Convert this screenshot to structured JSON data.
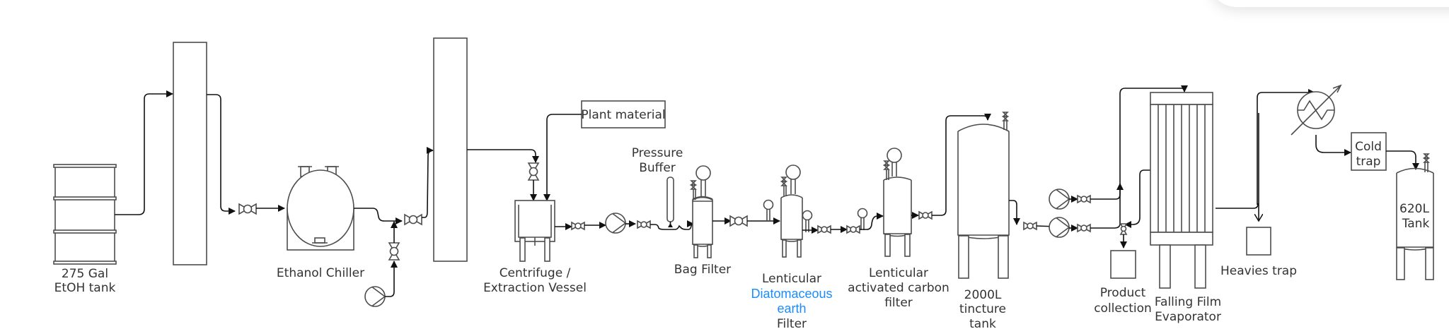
{
  "diagram": {
    "type": "process-flow-diagram",
    "equipment": {
      "etoh_tank": {
        "label_1": "275 Gal",
        "label_2": "EtOH tank"
      },
      "column_1": {
        "label": ""
      },
      "ethanol_chiller": {
        "label": "Ethanol Chiller"
      },
      "column_2": {
        "label": ""
      },
      "plant_material": {
        "label": "Plant material"
      },
      "centrifuge": {
        "label_1": "Centrifuge /",
        "label_2": "Extraction Vessel"
      },
      "pressure_buffer": {
        "label_1": "Pressure",
        "label_2": "Buffer"
      },
      "bag_filter": {
        "label": "Bag Filter"
      },
      "de_filter": {
        "label_1": "Lenticular",
        "label_2": "Diatomaceous",
        "label_3": "earth",
        "label_4": "Filter"
      },
      "carbon_filter": {
        "label_1": "Lenticular",
        "label_2": "activated carbon",
        "label_3": "filter"
      },
      "tincture_tank": {
        "label_1": "2000L",
        "label_2": "tincture",
        "label_3": "tank"
      },
      "product_collection": {
        "label_1": "Product",
        "label_2": "collection"
      },
      "falling_film_evaporator": {
        "label_1": "Falling Film",
        "label_2": "Evaporator"
      },
      "heavies_trap": {
        "label": "Heavies trap"
      },
      "cold_trap": {
        "label_1": "Cold",
        "label_2": "trap"
      },
      "tank_620": {
        "label_1": "620L",
        "label_2": "Tank"
      }
    },
    "colors": {
      "equipment_stroke": "#4d4d4d",
      "pipe_stroke": "#111111",
      "label_text": "#333333",
      "highlight_text": "#1a8cff"
    }
  }
}
